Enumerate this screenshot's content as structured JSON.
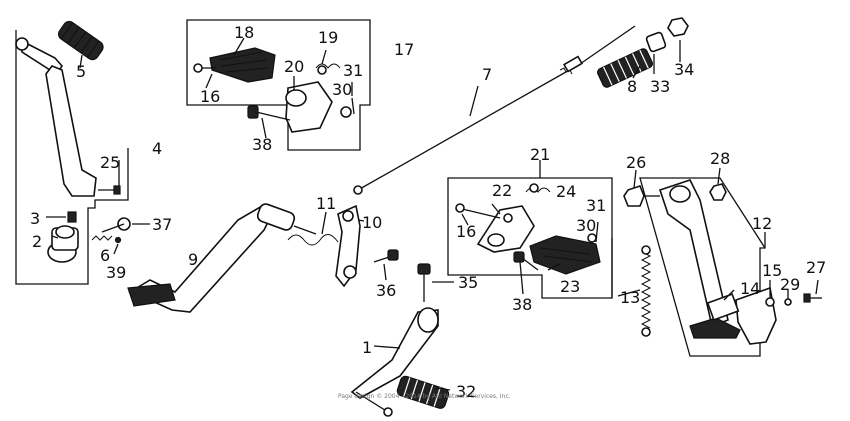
{
  "diagram": {
    "labels": [
      "1",
      "2",
      "3",
      "4",
      "5",
      "6",
      "7",
      "8",
      "9",
      "10",
      "11",
      "12",
      "13",
      "14",
      "15",
      "16",
      "16",
      "17",
      "18",
      "19",
      "20",
      "21",
      "22",
      "23",
      "24",
      "25",
      "26",
      "27",
      "28",
      "29",
      "30",
      "30",
      "31",
      "31",
      "32",
      "33",
      "34",
      "35",
      "36",
      "37",
      "38",
      "38",
      "39"
    ],
    "copyright": "Page design © 2004 - 2014 by ARI Network Services, Inc."
  }
}
